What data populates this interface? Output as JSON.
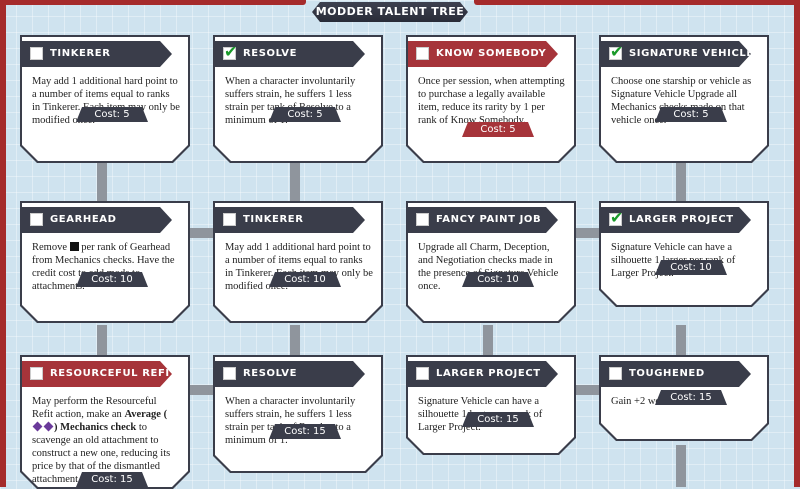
{
  "title": "MODDER TALENT TREE",
  "cards": [
    {
      "id": "tinkerer-1",
      "title": "TINKERER",
      "checked": false,
      "red": false,
      "desc": "May add 1 additional hard point to a number of items equal to ranks in Tinkerer. Each item may only be modified once.",
      "cost": "Cost: 5"
    },
    {
      "id": "resolve-1",
      "title": "RESOLVE",
      "checked": true,
      "red": false,
      "desc": "When a character involuntarily suffers strain, he suffers 1 less strain per tank of Resolve to a minimum of 1.",
      "cost": "Cost: 5"
    },
    {
      "id": "know-somebody",
      "title": "KNOW SOMEBODY",
      "checked": false,
      "red": true,
      "desc": "Once per session, when attempting to purchase a legally available item, reduce its rarity by 1 per rank of Know Somebody.",
      "cost": "Cost: 5"
    },
    {
      "id": "signature-vehicle",
      "title": "SIGNATURE VEHICLE",
      "checked": true,
      "red": false,
      "desc": "Choose one starship or vehicle as Signature Vehicle Upgrade all Mechanics checks made on that vehicle once.",
      "cost": "Cost: 5"
    },
    {
      "id": "gearhead",
      "title": "GEARHEAD",
      "checked": false,
      "red": false,
      "desc_pre": "Remove ",
      "desc_post": " per rank of Gearhead from Mechanics checks. Have the credit cost to add mods to attachments.",
      "cost": "Cost: 10"
    },
    {
      "id": "tinkerer-2",
      "title": "TINKERER",
      "checked": false,
      "red": false,
      "desc": "May add 1 additional hard point to a number of items equal to ranks in Tinkerer. Each item may only be modified once.",
      "cost": "Cost: 10"
    },
    {
      "id": "fancy-paint-job",
      "title": "FANCY PAINT JOB",
      "checked": false,
      "red": false,
      "desc": "Upgrade all Charm, Deception, and Negotiation checks made in the presence of Signature Vehicle once.",
      "cost": "Cost: 10"
    },
    {
      "id": "larger-project-1",
      "title": "LARGER PROJECT",
      "checked": true,
      "red": false,
      "desc": "Signature Vehicle can have a silhouette 1 larger per rank of Larger Project.",
      "cost": "Cost: 10"
    },
    {
      "id": "resourceful-refit",
      "title": "RESOURCEFUL REFIT",
      "checked": false,
      "red": true,
      "desc_pre": "May perform the Resourceful Refit action, make an ",
      "desc_bold1": "Average (",
      "desc_bold2": ") Mechanics check",
      "desc_post": " to scavenge an old attachment to construct a new one, reducing its price by that of the dismantled attachment.",
      "cost": "Cost: 15"
    },
    {
      "id": "resolve-2",
      "title": "RESOLVE",
      "checked": false,
      "red": false,
      "desc": "When a character involuntarily suffers strain, he suffers 1 less strain per tank of Resolve to a minimum of 1.",
      "cost": "Cost: 15"
    },
    {
      "id": "larger-project-2",
      "title": "LARGER PROJECT",
      "checked": false,
      "red": false,
      "desc": "Signature Vehicle can have a silhouette 1 larger per rank of Larger Project.",
      "cost": "Cost: 15"
    },
    {
      "id": "toughened",
      "title": "TOUGHENED",
      "checked": false,
      "red": false,
      "desc": "Gain +2 wound threshold.",
      "cost": "Cost: 15"
    }
  ]
}
